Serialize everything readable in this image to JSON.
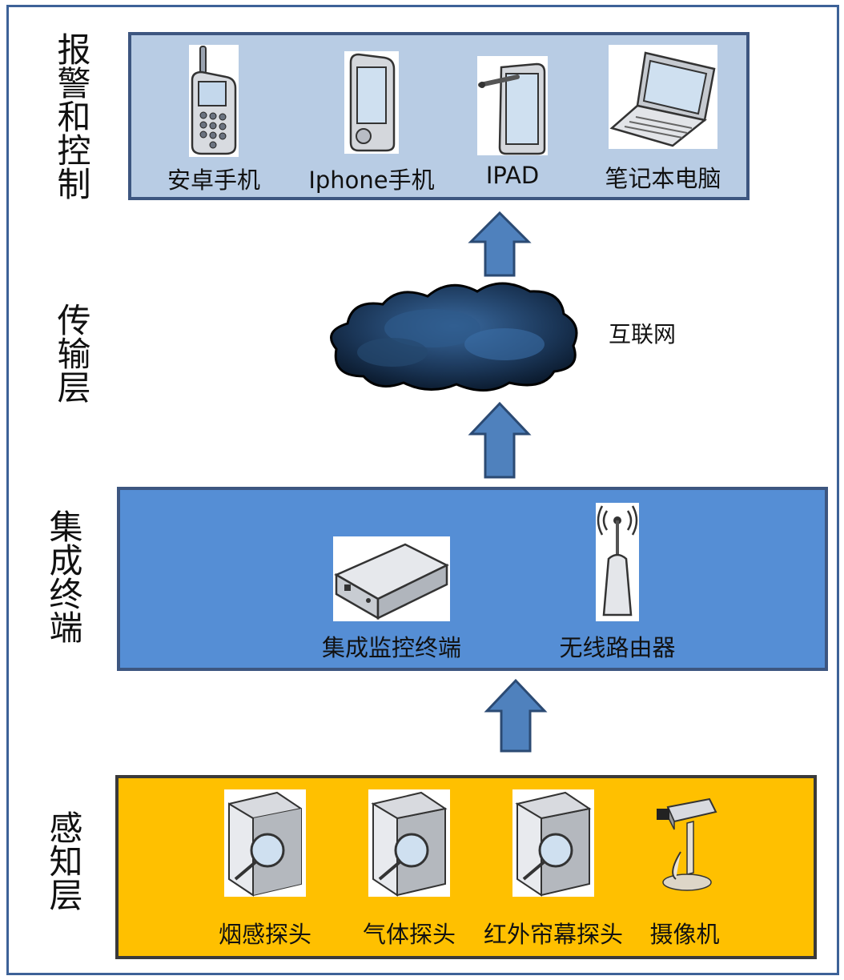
{
  "layers": {
    "alarm": "报警和控制",
    "transport": "传输层",
    "terminal": "集成终端",
    "sensing": "感知层"
  },
  "alarm_devices": [
    "安卓手机",
    "Iphone手机",
    "IPAD",
    "笔记本电脑"
  ],
  "cloud_label": "互联网",
  "terminal_devices": [
    "集成监控终端",
    "无线路由器"
  ],
  "sensing_devices": [
    "烟感探头",
    "气体探头",
    "红外帘幕探头",
    "摄像机"
  ],
  "colors": {
    "alarm_panel": "#b8cce4",
    "terminal_panel": "#558ed5",
    "sensing_panel": "#ffc000",
    "arrow": "#4f81bd",
    "frame": "#3d6298"
  }
}
